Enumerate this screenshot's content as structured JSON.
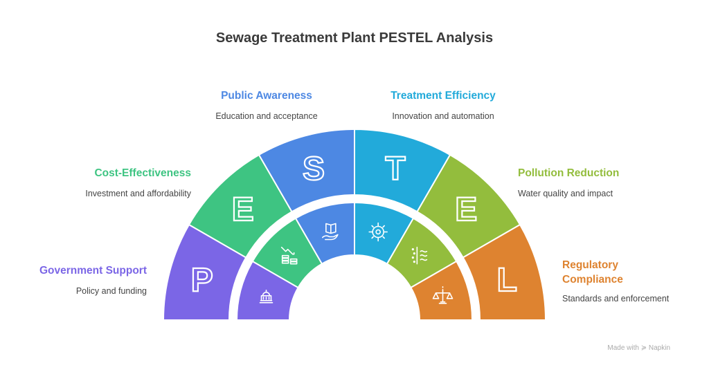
{
  "title": "Sewage Treatment Plant PESTEL Analysis",
  "segments": [
    {
      "letter": "P",
      "label": "Government Support",
      "desc": "Policy and funding",
      "color": "#7B66E6",
      "icon": "capitol-building-icon"
    },
    {
      "letter": "E",
      "label": "Cost-Effectiveness",
      "desc": "Investment and affordability",
      "color": "#3EC482",
      "icon": "coins-decline-icon"
    },
    {
      "letter": "S",
      "label": "Public Awareness",
      "desc": "Education and acceptance",
      "color": "#4D88E3",
      "icon": "book-in-hand-icon"
    },
    {
      "letter": "T",
      "label": "Treatment Efficiency",
      "desc": "Innovation and automation",
      "color": "#22AADA",
      "icon": "gear-sun-icon"
    },
    {
      "letter": "E",
      "label": "Pollution Reduction",
      "desc": "Water quality and impact",
      "color": "#93BD3D",
      "icon": "water-filter-icon"
    },
    {
      "letter": "L",
      "label": "Regulatory Compliance",
      "desc": "Standards and enforcement",
      "color": "#DE8330",
      "icon": "scales-icon"
    }
  ],
  "footer": "Made with ≽ Napkin"
}
